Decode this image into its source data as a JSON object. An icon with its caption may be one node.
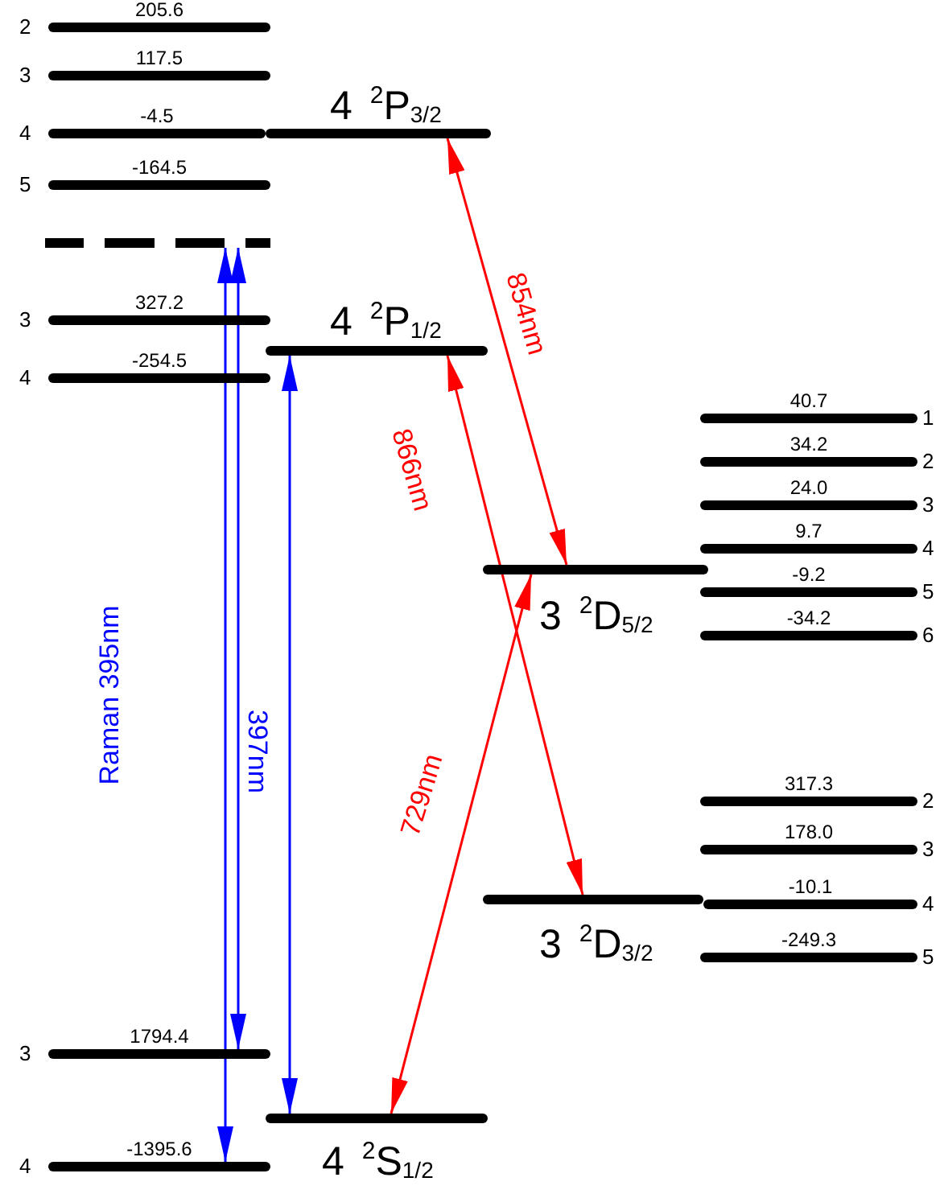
{
  "diagram": {
    "nodes": [
      {
        "text": [
          "205.6"
        ],
        "beside": [
          "2"
        ]
      },
      {
        "text": [
          "117.5"
        ],
        "beside": [
          "3"
        ]
      },
      {
        "text": [
          "-4.5"
        ],
        "beside": [
          "4"
        ]
      },
      {
        "text": [
          "4 $^{2}$P$_{3/2}$"
        ]
      },
      {
        "text": [
          "-164.5"
        ],
        "beside": [
          "5"
        ]
      },
      {
        "text": [],
        "shape": "bar"
      },
      {
        "text": [
          "327.2"
        ],
        "beside": [
          "3"
        ]
      },
      {
        "text": [
          "4 $^{2}$P$_{1/2}$"
        ]
      },
      {
        "text": [
          "-254.5"
        ],
        "beside": [
          "4"
        ]
      },
      {
        "text": [
          "40.7"
        ],
        "beside": [
          "1"
        ]
      },
      {
        "text": [
          "34.2"
        ],
        "beside": [
          "2"
        ]
      },
      {
        "text": [
          "24.0"
        ],
        "beside": [
          "3"
        ]
      },
      {
        "text": [
          "9.7"
        ],
        "beside": [
          "4"
        ]
      },
      {
        "text": [
          "3 $^{2}$D$_{5/2}$"
        ]
      },
      {
        "text": [
          "-9.2"
        ],
        "beside": [
          "5"
        ]
      },
      {
        "text": [
          "-34.2"
        ],
        "beside": [
          "6"
        ]
      },
      {
        "text": [
          "317.3"
        ],
        "beside": [
          "2"
        ]
      },
      {
        "text": [
          "178.0"
        ],
        "beside": [
          "3"
        ]
      },
      {
        "text": [
          "3 $^{2}$D$_{3/2}$"
        ]
      },
      {
        "text": [
          "-10.1"
        ],
        "beside": [
          "4"
        ]
      },
      {
        "text": [
          "-249.3"
        ],
        "beside": [
          "5"
        ]
      },
      {
        "text": [
          "1794.4"
        ],
        "beside": [
          "3"
        ]
      },
      {
        "text": [
          "4 $^{2}$S$_{1/2}$"
        ]
      },
      {
        "text": [
          "-1395.6"
        ],
        "beside": [
          "4"
        ]
      }
    ],
    "edges": [
      {
        "from": 3,
        "to": 13,
        "arrow": "both",
        "label": "854nm",
        "color": "#ff0000"
      },
      {
        "from": 7,
        "to": 18,
        "arrow": "both",
        "label": "866nm",
        "color": "#ff0000"
      },
      {
        "from": 13,
        "to": 22,
        "arrow": "both",
        "label": "729nm",
        "color": "#ff0000"
      },
      {
        "from": 22,
        "to": 7,
        "arrow": "both",
        "label": "397nm",
        "color": "#0000ff"
      },
      {
        "from": 5,
        "to": 21,
        "arrow": "both",
        "color": "#0000ff"
      },
      {
        "from": 5,
        "to": 23,
        "arrow": "both",
        "label": "Raman 395nm",
        "color": "#0000ff"
      }
    ]
  }
}
